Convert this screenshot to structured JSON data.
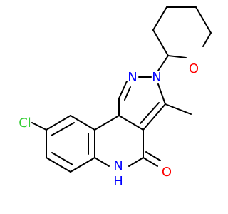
{
  "atoms": {
    "chlorine": "Cl",
    "nitrogen_ring_top": "N",
    "nitrogen_ring_n2": "N",
    "oxygen_pyran": "O",
    "nitrogen_lactam": "N",
    "hydrogen_lactam": "H",
    "oxygen_carbonyl": "O"
  },
  "colors": {
    "chlorine": "#32cd32",
    "nitrogen": "#0000ff",
    "oxygen": "#ff0000",
    "bond": "#000000"
  }
}
